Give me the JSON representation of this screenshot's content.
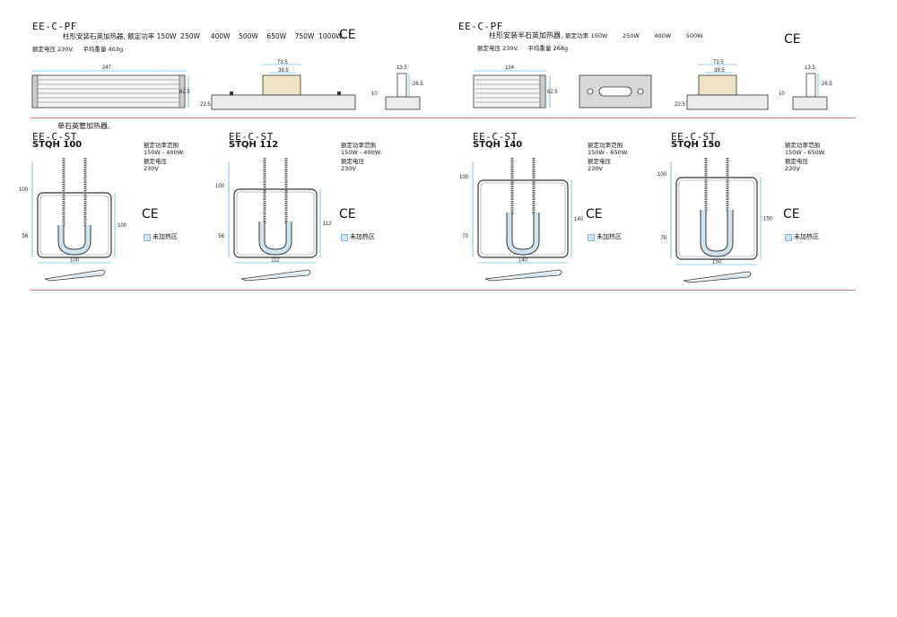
{
  "colors": {
    "dimension": "#1f9fd6",
    "separator": "#d9737a",
    "heater_fill": "#cfe4f2",
    "frame": "#333333"
  },
  "top_left": {
    "model": "EE-C-PF",
    "desc": "柱形安装石英加热器,",
    "power_label": "额定功率",
    "powers": "150W  250W     400W    500W    650W    750W  1000W.",
    "voltage_label": "额定电压",
    "voltage": "230V.",
    "weight_label": "平均重量",
    "weight": "403g",
    "ce": "CE",
    "dims": {
      "width": "247",
      "height": "62.5",
      "body_w": "73.5",
      "body_w2": "39.5",
      "base_h": "22.5",
      "side_w": "13.5",
      "side_h": "26.5",
      "side_base": "10"
    }
  },
  "top_right": {
    "model": "EE-C-PF",
    "desc": "柱形安装半石英加热器,",
    "power_label": "额定功率",
    "powers": "150W        250W        400W        500W.",
    "voltage_label": "额定电压",
    "voltage": "230V.",
    "weight_label": "平均重量",
    "weight": "268g",
    "ce": "CE",
    "dims": {
      "width": "124",
      "height": "62.5",
      "body_w": "73.5",
      "body_w2": "39.5",
      "base_h": "22.5",
      "side_w": "13.5",
      "side_h": "26.5",
      "side_base": "10"
    }
  },
  "section_title": "单石英管加热器,",
  "st_items": [
    {
      "model": "EE-C-ST",
      "code": "STQH 100",
      "range_label": "额定功率范围",
      "range": "150W  -  400W.",
      "voltage_label": "额定电压",
      "voltage": "230V",
      "ce": "CE",
      "legend": "未加热区",
      "d_lead": "100",
      "d_loop": "56",
      "d_height": "100",
      "d_width": "100"
    },
    {
      "model": "EE-C-ST",
      "code": "STQH 112",
      "range_label": "额定功率范围",
      "range": "150W  -  400W.",
      "voltage_label": "额定电压",
      "voltage": "230V",
      "ce": "CE",
      "legend": "未加热区",
      "d_lead": "100",
      "d_loop": "56",
      "d_height": "112",
      "d_width": "112"
    },
    {
      "model": "EE-C-ST",
      "code": "STQH 140",
      "range_label": "额定功率范围",
      "range": "150W  -  650W.",
      "voltage_label": "额定电压",
      "voltage": "230V",
      "ce": "CE",
      "legend": "未加热区",
      "d_lead": "100",
      "d_loop": "70",
      "d_height": "140",
      "d_width": "140"
    },
    {
      "model": "EE-C-ST",
      "code": "STQH 150",
      "range_label": "额定功率范围",
      "range": "150W  -  650W.",
      "voltage_label": "额定电压",
      "voltage": "230V",
      "ce": "CE",
      "legend": "未加热区",
      "d_lead": "100",
      "d_loop": "75",
      "d_height": "150",
      "d_width": "150"
    }
  ]
}
